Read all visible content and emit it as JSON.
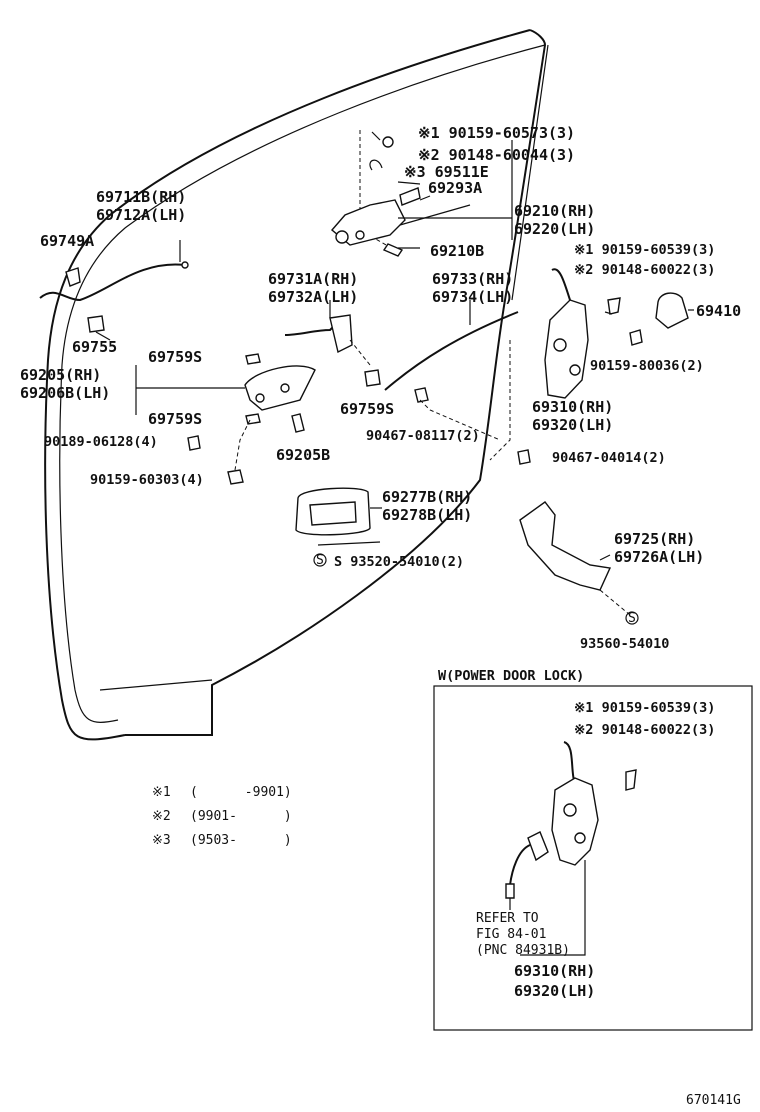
{
  "labels": {
    "n1": "※1 90159-60573(3)",
    "n2": "※2 90148-60044(3)",
    "n3": "※3 69511E",
    "n4": "69293A",
    "n5": "69711B(RH)",
    "n6": "69712A(LH)",
    "n7": "69749A",
    "n8": "69210(RH)",
    "n9": "69220(LH)",
    "n10": "69210B",
    "n11": "※1 90159-60539(3)",
    "n12": "※2 90148-60022(3)",
    "n13": "69731A(RH)",
    "n14": "69732A(LH)",
    "n15": "69733(RH)",
    "n16": "69734(LH)",
    "n17": "69410",
    "n18": "69755",
    "n19": "69759S",
    "n20": "90159-80036(2)",
    "n21": "69205(RH)",
    "n22": "69206B(LH)",
    "n23": "69759S",
    "n24": "69759S",
    "n25": "69310(RH)",
    "n26": "69320(LH)",
    "n27": "90467-08117(2)",
    "n28": "90189-06128(4)",
    "n29": "69205B",
    "n30": "90467-04014(2)",
    "n31": "90159-60303(4)",
    "n32": "69277B(RH)",
    "n33": "69278B(LH)",
    "n34": "69725(RH)",
    "n35": "69726A(LH)",
    "n36": "S 93520-54010(2)",
    "n37": "S",
    "n38": "93560-54010"
  },
  "inset": {
    "title": "W(POWER DOOR LOCK)",
    "n1": "※1 90159-60539(3)",
    "n2": "※2 90148-60022(3)",
    "refer1": "REFER TO",
    "refer2": "FIG 84-01",
    "refer3": "(PNC 84931B)",
    "rh": "69310(RH)",
    "lh": "69320(LH)"
  },
  "notes": [
    {
      "mark": "※1",
      "range": "(      -9901)"
    },
    {
      "mark": "※2",
      "range": "(9901-      )"
    },
    {
      "mark": "※3",
      "range": "(9503-      )"
    }
  ],
  "figure_id": "670141G"
}
